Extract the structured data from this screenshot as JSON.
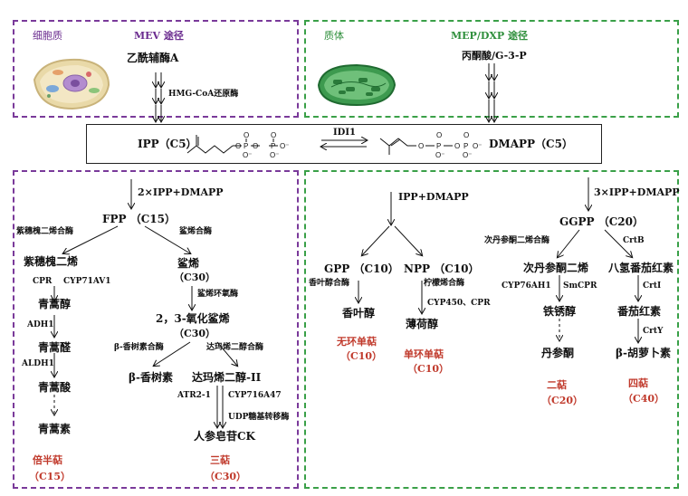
{
  "top_left": {
    "region": "细胞质",
    "pathway": "MEV 途径",
    "start": "乙酰辅酶A",
    "enzyme": "HMG-CoA还原酶"
  },
  "top_right": {
    "region": "质体",
    "pathway": "MEP/DXP 途径",
    "start": "丙酮酸/G-3-P"
  },
  "center": {
    "ipp": "IPP（C5）",
    "dmapp": "DMAPP（C5）",
    "isomerase": "IDI1"
  },
  "left": {
    "step": "2×IPP+DMAPP",
    "fpp": "FPP （C15）",
    "enz_amorphadiene": "紫穗槐二烯合酶",
    "enz_squalene": "鲨烯合酶",
    "amorphadiene": "紫穗槐二烯",
    "squalene": "鲨烯",
    "squalene_c": "（C30）",
    "cpr": "CPR",
    "cyp71av1": "CYP71AV1",
    "enz_sqep": "鲨烯环氧酶",
    "artemisinic_alcohol": "青蒿醇",
    "oxidosqualene": "2，3-氧化鲨烯",
    "oxidosqualene_c": "（C30）",
    "adh1": "ADH1",
    "artemisinic_aldehyde": "青蒿醛",
    "enz_amyrin": "β-香树素合酶",
    "enz_dammarenediol": "达玛烯二醇合酶",
    "aldh1": "ALDH1",
    "amyrin": "β-香树素",
    "dammarenediol": "达玛烯二醇-II",
    "artemisinic_acid": "青蒿酸",
    "atr": "ATR2-1",
    "cyp716": "CYP716A47",
    "ugt": "UDP糖基转移酶",
    "artemisinin": "青蒿素",
    "ginsenoside": "人参皂苷CK",
    "class_sesqui": "倍半萜",
    "class_sesqui_c": "（C15）",
    "class_tri": "三萜",
    "class_tri_c": "（C30）"
  },
  "right": {
    "step_mono": "IPP+DMAPP",
    "step_di": "3×IPP+DMAPP",
    "gpp": "GPP （C10）",
    "npp": "NPP （C10）",
    "ggpp": "GGPP （C20）",
    "enz_geraniol": "香叶醇合酶",
    "enz_limonene": "柠檬烯合酶",
    "enz_miltiradiene": "次丹参酮二烯合酶",
    "crtb": "CrtB",
    "geraniol": "香叶醇",
    "cyp450": "CYP450、CPR",
    "miltiradiene": "次丹参酮二烯",
    "phytoene": "八氢番茄红素",
    "menthol": "薄荷醇",
    "cyp76ah1": "CYP76AH1",
    "smcpr": "SmCPR",
    "crti": "CrtI",
    "ferruginol": "铁锈醇",
    "lycopene": "番茄红素",
    "crty": "CrtY",
    "tanshinone": "丹参酮",
    "carotene": "β-胡萝卜素",
    "class_acyclic": "无环单萜",
    "class_acyclic_c": "（C10）",
    "class_mono": "单环单萜",
    "class_mono_c": "（C10）",
    "class_di": "二萜",
    "class_di_c": "（C20）",
    "class_tetra": "四萜",
    "class_tetra_c": "（C40）"
  },
  "colors": {
    "cytoplasm_border": "#7a3a9a",
    "plastid_border": "#3aa048",
    "class_label": "#c0392b"
  }
}
